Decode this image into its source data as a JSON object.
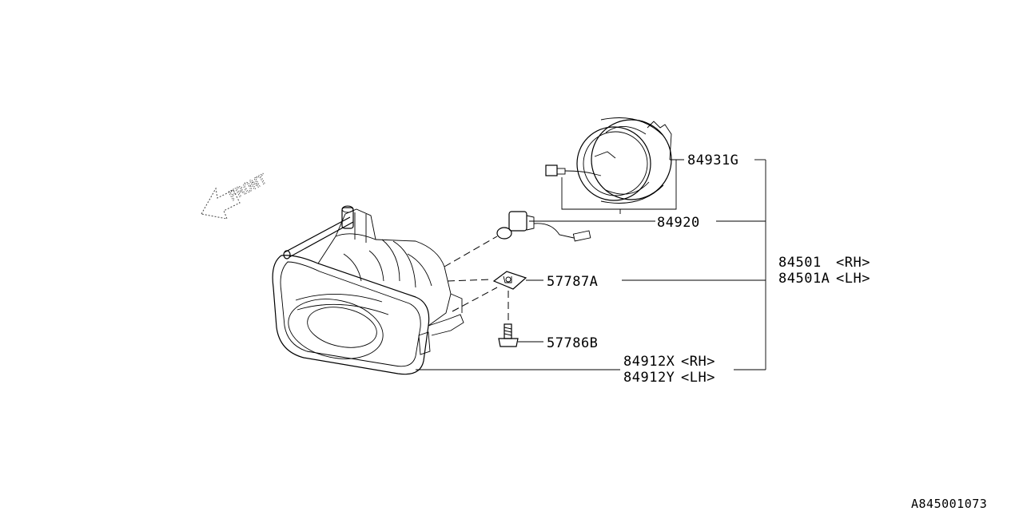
{
  "diagram": {
    "front_label": "FRONT",
    "ref_code": "A845001073",
    "callouts": [
      {
        "id": "bezel-ring",
        "number": "84931G",
        "suffix": ""
      },
      {
        "id": "bulb",
        "number": "84920",
        "suffix": ""
      },
      {
        "id": "assembly-rh",
        "number": "84501",
        "suffix": "<RH>"
      },
      {
        "id": "assembly-lh",
        "number": "84501A",
        "suffix": "<LH>"
      },
      {
        "id": "clip-nut",
        "number": "57787A",
        "suffix": ""
      },
      {
        "id": "screw",
        "number": "57786B",
        "suffix": ""
      },
      {
        "id": "lamp-rh",
        "number": "84912X",
        "suffix": "<RH>"
      },
      {
        "id": "lamp-lh",
        "number": "84912Y",
        "suffix": "<LH>"
      }
    ]
  }
}
